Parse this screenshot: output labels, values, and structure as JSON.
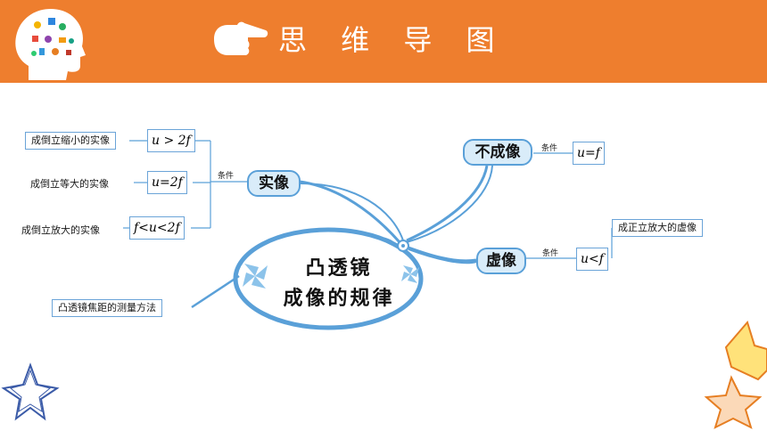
{
  "header": {
    "title": "思 维 导 图",
    "bg_color": "#EE7E2E"
  },
  "center": {
    "line1": "凸透镜",
    "line2": "成像的规律"
  },
  "real_image": {
    "label": "实像",
    "condition_label": "条件",
    "cases": [
      {
        "description": "成倒立缩小的实像",
        "condition": "u > 2f"
      },
      {
        "description": "成倒立等大的实像",
        "condition": "u=2f"
      },
      {
        "description": "成倒立放大的实像",
        "condition": "f<u<2f"
      }
    ]
  },
  "no_image": {
    "label": "不成像",
    "condition_label": "条件",
    "condition": "u=f"
  },
  "virtual_image": {
    "label": "虚像",
    "condition_label": "条件",
    "condition": "u<f",
    "description": "成正立放大的虚像"
  },
  "focal_method": {
    "label": "凸透镜焦距的测量方法"
  },
  "colors": {
    "accent": "#EE7E2E",
    "node_fill": "#D9ECF9",
    "line": "#5AA0D8"
  }
}
